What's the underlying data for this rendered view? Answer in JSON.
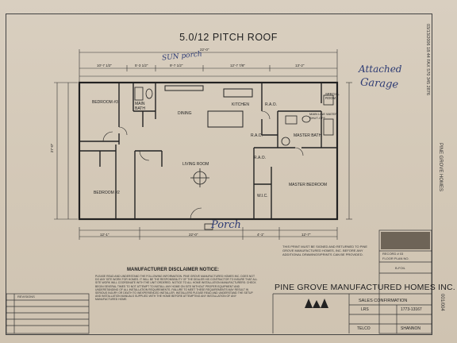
{
  "sheet": {
    "title": "5.0/12 PITCH ROOF",
    "company": "PINE GROVE MANUFACTURED HOMES INC.",
    "side_fax": "03/13/2006 18:44 FAX 570 345 2876",
    "side_brand": "PINE GROVE HOMES",
    "page_number": "001/004"
  },
  "annotations": {
    "sun_porch": "SUN porch",
    "attached_garage_line1": "Attached",
    "attached_garage_line2": "Garage",
    "porch": "Porch"
  },
  "rooms": {
    "bedroom3": "BEDROOM #3",
    "main_bath": "MAIN BATH",
    "kitchen": "KITCHEN",
    "dining": "DINING",
    "living_room": "LIVING ROOM",
    "bedroom2": "BEDROOM #2",
    "master_bath": "MASTER BATH",
    "master_bedroom": "MASTER BEDROOM",
    "wic": "W.I.C.",
    "special_room": "SPECIAL ROOM",
    "main_line_shutoff": "MAIN LINE WATER SHUT-OFF",
    "rao1": "R.A.O.",
    "rao2": "R.A.O.",
    "rao3": "R.A.O."
  },
  "dimensions": {
    "top_total": "22'-0\"",
    "left_total": "27'-0\"",
    "bottom1": "12'-1\"",
    "bottom2": "22'-0\"",
    "bottom3": "4'-1\"",
    "bottom4": "12'-7\"",
    "top1": "10'-7 1/2\"",
    "top2": "5'-3 1/2\"",
    "top3": "9'-7 1/2\"",
    "top4": "12'-7 7/8\"",
    "top5": "13'-2\""
  },
  "notes": {
    "disclaimer_title": "MANUFACTURER DISCLAIMER NOTICE:",
    "disclaimer_body": "PLEASE READ AND UNDERSTAND THE FOLLOWING INFORMATION. PINE GROVE MANUFACTURED HOMES INC. DOES NOT DO ANY SITE WORK FOR HOMES. IT WILL BE THE RESPONSIBILITY OF THE DEALER HIS CONTRACTOR TO INSURE THAT ALL SITE WORK WILL COORDINATE WITH THE UNIT ORDERED. NOTICE TO ALL HOME INSTALLATION MANUFACTURERS: CHECK BEGIN SEVERAL TIMES TO NOT ATTEMPT TO INSTALL ANY HOME ON SITE WITHOUT PROPER EQUIPMENT AND UNDERSTANDING OF ALL INSTALLATION REQUIREMENTS. FAILURE TO MEET THESE REQUIREMENTS MAY RESULT IN SERIOUS INJURY OR DEATH TO INEXPERIENCED INSTALLER. INSTALLERS PLEASE READ AND UNDERSTAND THE SETUP AND INSTALLATION MANUALS SUPPLIED WITH THE HOME BEFORE ATTEMPTING ANY INSTALLATION OF ANY MANUFACTURED HOME.",
    "returned_note": "THIS PRINT MUST BE SIGNED AND RETURNED TO PINE GROVE MANUFACTURED HOMES, INC. BEFORE ANY ADDITIONAL DRAWINGS/PRINTS CAN BE PROVIDED.",
    "revisions": "REVISIONS"
  },
  "title_block": {
    "sales_confirmation": "SALES CONFIRMATION",
    "ref": "1773-13167",
    "lrs": "LRS",
    "telco": "TELCO",
    "shannon": "SHANNON",
    "record": "RECORD # 03",
    "floor_plan": "FLOOR PLAN NO.",
    "option": "B-FOIL"
  }
}
